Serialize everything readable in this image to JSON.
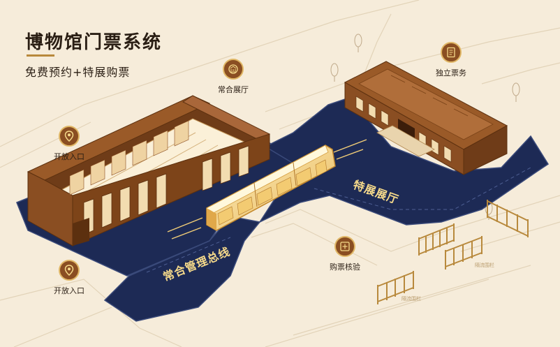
{
  "header": {
    "title": "博物馆门票系统",
    "subtitle": "免费预约+特展购票"
  },
  "pois": {
    "entrance_top": {
      "label": "开放入口",
      "icon": "location-pin-icon"
    },
    "entrance_bottom": {
      "label": "开放入口",
      "icon": "location-pin-icon"
    },
    "permanent_hall": {
      "label": "常合展厅",
      "icon": "museum-icon"
    },
    "ticket_office": {
      "label": "独立票务",
      "icon": "ticket-doc-icon"
    },
    "ticket_check": {
      "label": "购票核验",
      "icon": "ticket-check-icon"
    }
  },
  "zones": {
    "special_hall": "特展展厅",
    "main_line": "常合管理总线"
  },
  "barrier_tags": {
    "a": "隔流围栏",
    "b": "隔流围栏"
  },
  "colors": {
    "background": "#f6ecda",
    "navy": "#1d2a55",
    "brown": "#8a4e22",
    "gold": "#e0b766"
  }
}
